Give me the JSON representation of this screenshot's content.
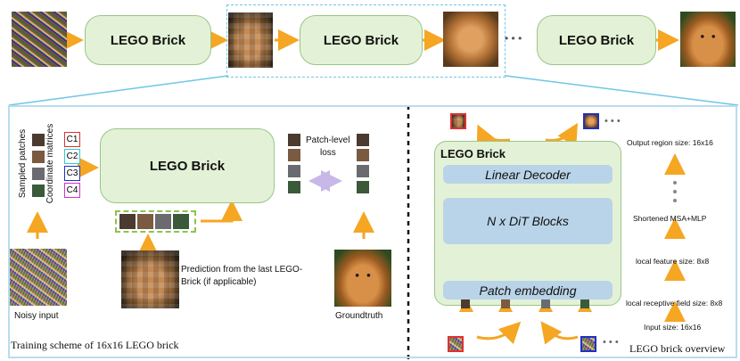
{
  "top_row": {
    "brick_1": "LEGO Brick",
    "brick_2": "LEGO Brick",
    "brick_3": "LEGO Brick",
    "ellipsis": "• • •"
  },
  "left_panel": {
    "sampled_patches": "Sampled patches",
    "coordinate_matrices": "Coordinate matrices",
    "tags": [
      "C1",
      "C2",
      "C3",
      "C4"
    ],
    "brick": "LEGO Brick",
    "patch_loss_1": "Patch-level",
    "patch_loss_2": "loss",
    "prediction_1": "Prediction from the last LEGO-",
    "prediction_2": "Brick (if applicable)",
    "noisy_input": "Noisy input",
    "groundtruth": "Groundtruth",
    "caption": "Training scheme of 16x16 LEGO brick"
  },
  "right_panel": {
    "title": "LEGO Brick",
    "linear_decoder": "Linear Decoder",
    "dit_blocks": "N x DiT Blocks",
    "patch_embedding": "Patch embedding",
    "output_region": "Output region size: 16x16",
    "msa_mlp": "Shortened MSA+MLP",
    "local_feature": "local feature size: 8x8",
    "receptive": "local receptive field size: 8x8",
    "input_size": "Input size: 16x16",
    "caption": "LEGO brick overview",
    "ellipsis": "• • •"
  },
  "colors": {
    "arrow": "#f5a623",
    "brick_fill": "#e3f2d6",
    "panel_fill": "#b9d4e8",
    "highlight_dash": "#6fc6e6",
    "c1": "#e03030",
    "c2": "#30c8d8",
    "c3": "#2030c0",
    "c4": "#d030d0"
  }
}
